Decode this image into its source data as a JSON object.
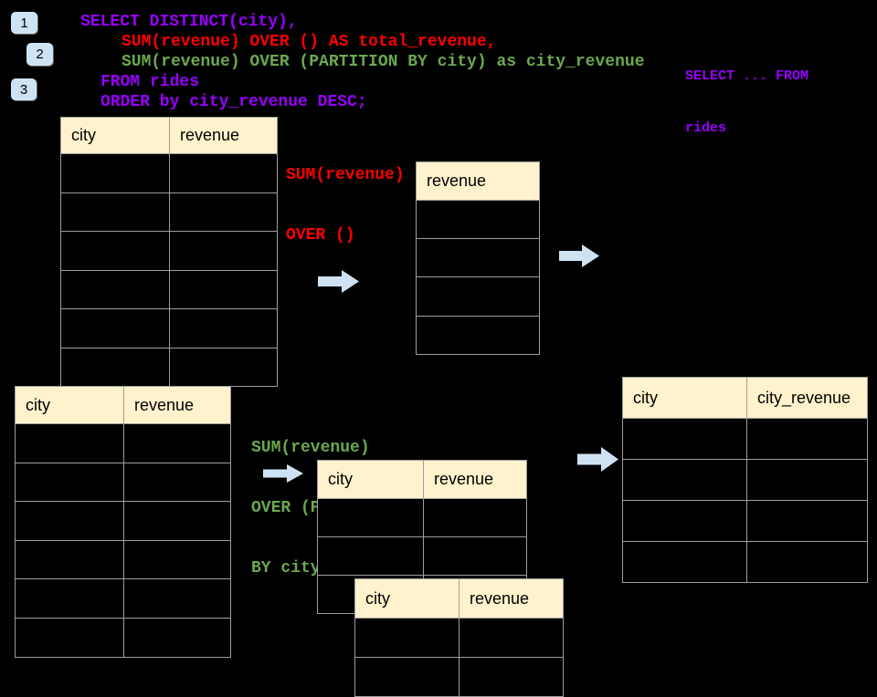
{
  "colors": {
    "background": "#000000",
    "code_purple": "#9900ff",
    "code_red": "#ff0000",
    "code_green": "#6aa84f",
    "header_bg": "#fff2cc",
    "table_border": "#9e9e9e",
    "arrow_blue": "#cfe2f3",
    "badge_bg": "#cfe2f3"
  },
  "badges": {
    "b1": "1",
    "b2": "2",
    "b3": "3"
  },
  "code": {
    "line1": "SELECT DISTINCT(city),",
    "line2": "SUM(revenue) OVER () AS total_revenue,",
    "line3": "SUM(revenue) OVER (PARTITION BY city) as city_revenue",
    "line4": "FROM rides",
    "line5": "ORDER by city_revenue DESC;"
  },
  "side_note": {
    "line1": "SELECT ... FROM",
    "line2": "rides"
  },
  "annotations": {
    "total": {
      "line1": "SUM(revenue)",
      "line2": "OVER ()"
    },
    "partition": {
      "line1": "SUM(revenue)",
      "line2": "OVER (PARTITION",
      "line3": "BY city)"
    }
  },
  "icons": {
    "flow_arrow": "arrow-right-icon"
  },
  "tables": {
    "source_top": {
      "headers": [
        "city",
        "revenue"
      ],
      "row_count": 6,
      "cells_empty": true
    },
    "total_revenue": {
      "headers": [
        "revenue"
      ],
      "row_count": 4,
      "cells_empty": true
    },
    "source_bottom": {
      "headers": [
        "city",
        "revenue"
      ],
      "row_count": 6,
      "cells_empty": true
    },
    "partition_back": {
      "headers": [
        "city",
        "revenue"
      ],
      "row_count": 3,
      "cells_empty": true
    },
    "partition_front": {
      "headers": [
        "city",
        "revenue"
      ],
      "row_count": 2,
      "cells_empty": true
    },
    "result": {
      "headers": [
        "city",
        "city_revenue"
      ],
      "row_count": 4,
      "cells_empty": true
    }
  }
}
